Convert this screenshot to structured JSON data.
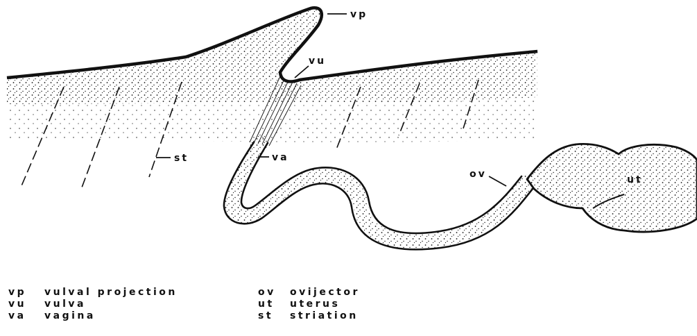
{
  "callouts": {
    "vp": "vp",
    "vu": "vu",
    "va": "va",
    "st": "st",
    "ov": "ov",
    "ut": "ut"
  },
  "legend": {
    "left": [
      {
        "abbr": "vp",
        "term": "vulval projection"
      },
      {
        "abbr": "vu",
        "term": "vulva"
      },
      {
        "abbr": "va",
        "term": "vagina"
      }
    ],
    "right": [
      {
        "abbr": "ov",
        "term": "ovijector"
      },
      {
        "abbr": "ut",
        "term": "uterus"
      },
      {
        "abbr": "st",
        "term": "striation"
      }
    ]
  },
  "colors": {
    "ink": "#111111",
    "paper": "#ffffff"
  }
}
